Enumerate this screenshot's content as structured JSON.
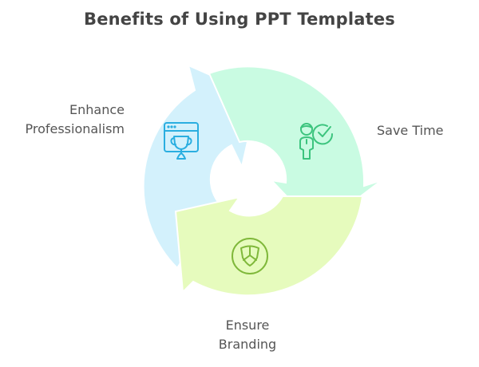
{
  "title": "Benefits of Using PPT Templates",
  "diagram": {
    "type": "cycle",
    "segments": [
      {
        "label_line1": "Enhance",
        "label_line2": "Professionalism",
        "icon": "trophy-window-icon",
        "fill": "#d3f1fc",
        "icon_color": "#2aaee0"
      },
      {
        "label_line1": "Save Time",
        "icon": "person-check-icon",
        "fill": "#c9fbe2",
        "icon_color": "#3cc47e"
      },
      {
        "label_line1": "Ensure",
        "label_line2": "Branding",
        "icon": "shield-badge-icon",
        "fill": "#e6fbbd",
        "icon_color": "#7fb83a"
      }
    ]
  }
}
